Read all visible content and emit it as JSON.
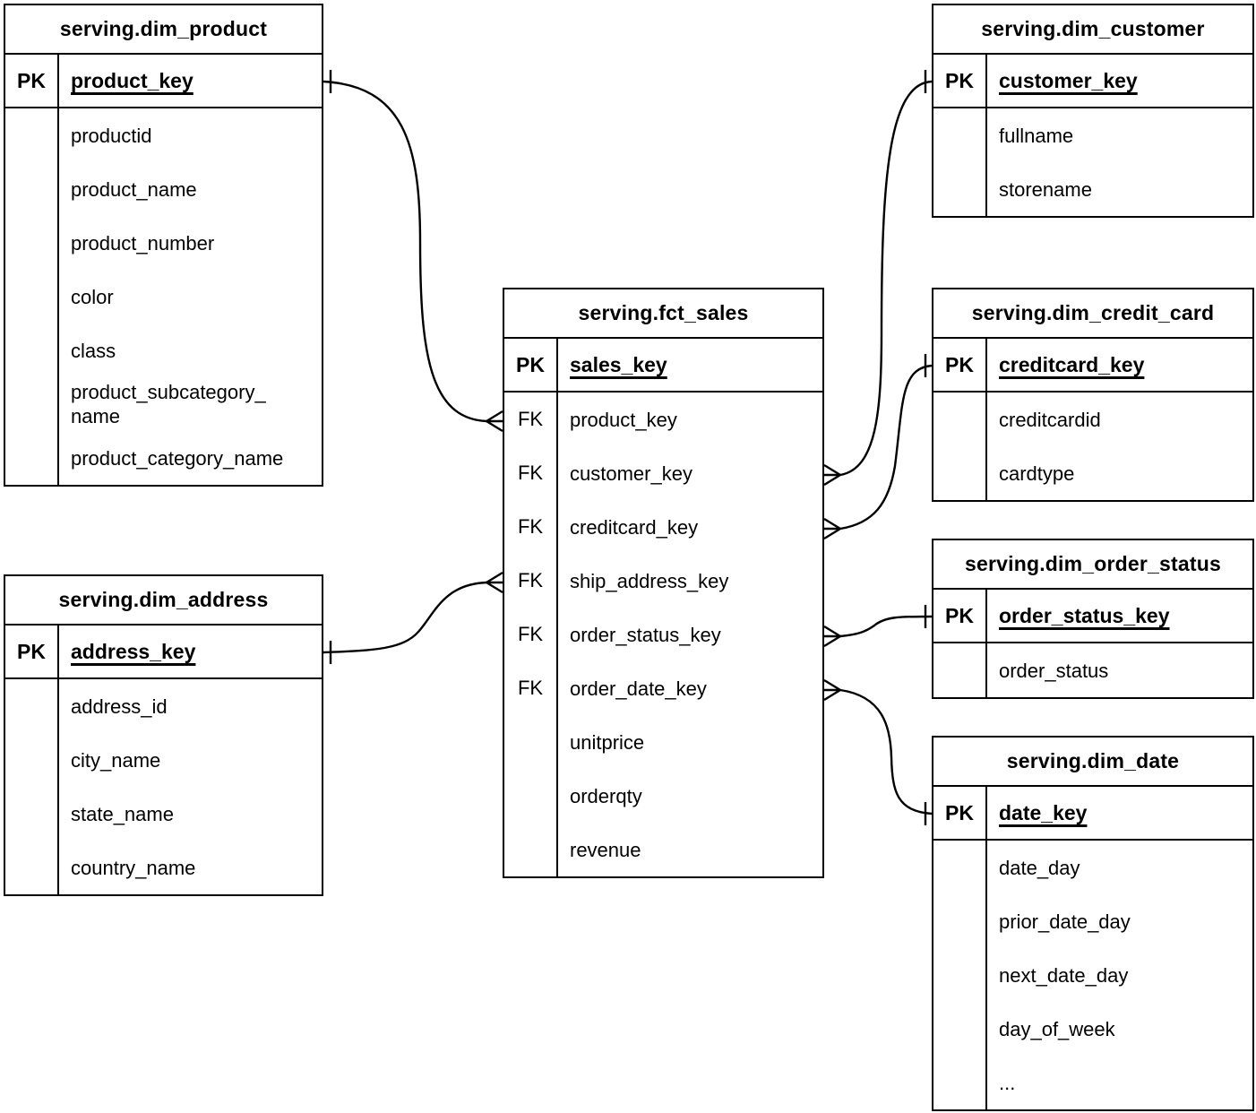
{
  "colors": {
    "line": "#000000",
    "background": "#ffffff",
    "text": "#000000"
  },
  "tables": {
    "fct_sales": {
      "title": "serving.fct_sales",
      "pk": {
        "badge": "PK",
        "field": "sales_key"
      },
      "fields": [
        {
          "badge": "FK",
          "name": "product_key"
        },
        {
          "badge": "FK",
          "name": "customer_key"
        },
        {
          "badge": "FK",
          "name": "creditcard_key"
        },
        {
          "badge": "FK",
          "name": "ship_address_key"
        },
        {
          "badge": "FK",
          "name": "order_status_key"
        },
        {
          "badge": "FK",
          "name": "order_date_key"
        },
        {
          "badge": "",
          "name": "unitprice"
        },
        {
          "badge": "",
          "name": "orderqty"
        },
        {
          "badge": "",
          "name": "revenue"
        }
      ]
    },
    "dim_product": {
      "title": "serving.dim_product",
      "pk": {
        "badge": "PK",
        "field": "product_key"
      },
      "fields": [
        {
          "badge": "",
          "name": "productid"
        },
        {
          "badge": "",
          "name": "product_name"
        },
        {
          "badge": "",
          "name": "product_number"
        },
        {
          "badge": "",
          "name": "color"
        },
        {
          "badge": "",
          "name": "class"
        },
        {
          "badge": "",
          "name": "product_subcategory_name"
        },
        {
          "badge": "",
          "name": "product_category_name"
        }
      ]
    },
    "dim_customer": {
      "title": "serving.dim_customer",
      "pk": {
        "badge": "PK",
        "field": "customer_key"
      },
      "fields": [
        {
          "badge": "",
          "name": "fullname"
        },
        {
          "badge": "",
          "name": "storename"
        }
      ]
    },
    "dim_credit_card": {
      "title": "serving.dim_credit_card",
      "pk": {
        "badge": "PK",
        "field": "creditcard_key"
      },
      "fields": [
        {
          "badge": "",
          "name": "creditcardid"
        },
        {
          "badge": "",
          "name": "cardtype"
        }
      ]
    },
    "dim_order_status": {
      "title": "serving.dim_order_status",
      "pk": {
        "badge": "PK",
        "field": "order_status_key"
      },
      "fields": [
        {
          "badge": "",
          "name": "order_status"
        }
      ]
    },
    "dim_date": {
      "title": "serving.dim_date",
      "pk": {
        "badge": "PK",
        "field": "date_key"
      },
      "fields": [
        {
          "badge": "",
          "name": "date_day"
        },
        {
          "badge": "",
          "name": "prior_date_day"
        },
        {
          "badge": "",
          "name": "next_date_day"
        },
        {
          "badge": "",
          "name": "day_of_week"
        },
        {
          "badge": "",
          "name": "..."
        }
      ]
    },
    "dim_address": {
      "title": "serving.dim_address",
      "pk": {
        "badge": "PK",
        "field": "address_key"
      },
      "fields": [
        {
          "badge": "",
          "name": "address_id"
        },
        {
          "badge": "",
          "name": "city_name"
        },
        {
          "badge": "",
          "name": "state_name"
        },
        {
          "badge": "",
          "name": "country_name"
        }
      ]
    }
  },
  "relationships": [
    {
      "fact": "serving.fct_sales.product_key",
      "dimension": "serving.dim_product.product_key",
      "fact_cardinality": "many",
      "dimension_cardinality": "one"
    },
    {
      "fact": "serving.fct_sales.customer_key",
      "dimension": "serving.dim_customer.customer_key",
      "fact_cardinality": "many",
      "dimension_cardinality": "one"
    },
    {
      "fact": "serving.fct_sales.creditcard_key",
      "dimension": "serving.dim_credit_card.creditcard_key",
      "fact_cardinality": "many",
      "dimension_cardinality": "one"
    },
    {
      "fact": "serving.fct_sales.ship_address_key",
      "dimension": "serving.dim_address.address_key",
      "fact_cardinality": "many",
      "dimension_cardinality": "one"
    },
    {
      "fact": "serving.fct_sales.order_status_key",
      "dimension": "serving.dim_order_status.order_status_key",
      "fact_cardinality": "many",
      "dimension_cardinality": "one"
    },
    {
      "fact": "serving.fct_sales.order_date_key",
      "dimension": "serving.dim_date.date_key",
      "fact_cardinality": "many",
      "dimension_cardinality": "one"
    }
  ]
}
